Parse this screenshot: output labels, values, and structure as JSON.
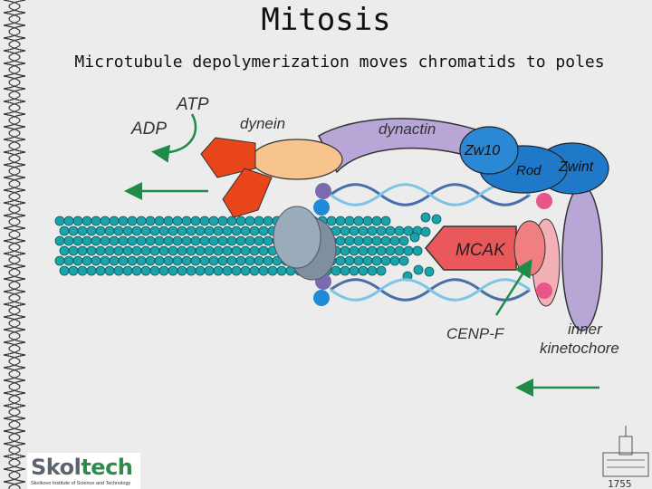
{
  "slide": {
    "title": "Mitosis",
    "subtitle": "Microtubule depolymerization moves chromatids to poles"
  },
  "labels": {
    "atp": "ATP",
    "adp": "ADP",
    "dynein": "dynein",
    "dynactin": "dynactin",
    "zw10": "Zw10",
    "rod": "Rod",
    "zwint": "Zwint",
    "mcak": "MCAK",
    "cenpf": "CENP-F",
    "inner_kinetochore_line1": "inner",
    "inner_kinetochore_line2": "kinetochore"
  },
  "logo": {
    "name_part1": "Skol",
    "name_part2": "tech",
    "tagline": "Skolkovo Institute of Science and Technology"
  },
  "emblem": {
    "year": "1755"
  },
  "colors": {
    "background": "#ececec",
    "microtubule": "#1aa3a8",
    "dynein_motor": "#e8461a",
    "dynein_body": "#f6c48c",
    "dynactin": "#b8a6d6",
    "kinetochore_blue": "#1f78c8",
    "mcak": "#e9585a",
    "arrow_green": "#1f8a4a",
    "helix_blue": "#7fc4e4"
  }
}
